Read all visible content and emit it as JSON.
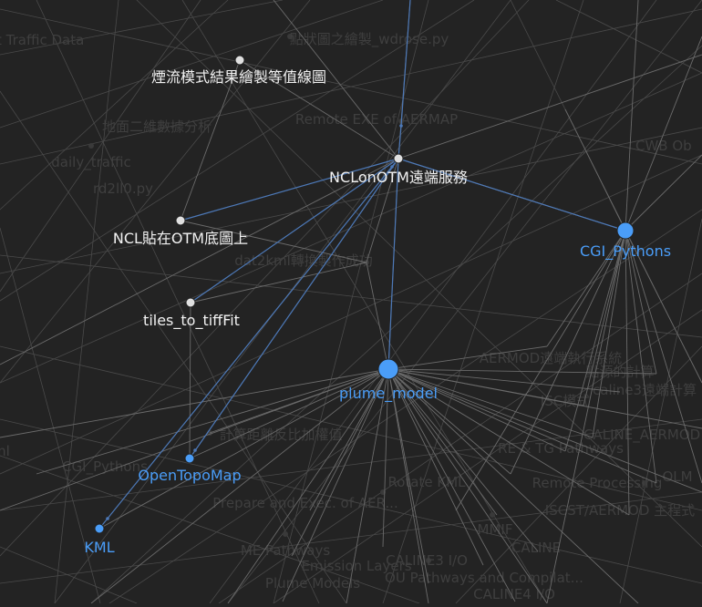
{
  "colors": {
    "background": "#232323",
    "edge": "#5a5a5a",
    "edge_highlight": "#4d79b8",
    "node_white": "#e0e0e0",
    "node_blue": "#4a9df8",
    "label_white": "#f2f2f2",
    "label_blue": "#4a9df8",
    "label_faded": "#3f3f3f",
    "node_faded": "#3a3a3a"
  },
  "nodes": [
    {
      "id": "n_contour",
      "label": "煙流模式結果繪製等值線圖",
      "style": "white"
    },
    {
      "id": "n_nclotm",
      "label": "NCLonOTM遠端服務",
      "style": "white"
    },
    {
      "id": "n_nclpaste",
      "label": "NCL貼在OTM底圖上",
      "style": "white"
    },
    {
      "id": "n_tiles",
      "label": "tiles_to_tiffFit",
      "style": "white"
    },
    {
      "id": "n_cgi",
      "label": "CGI_Pythons",
      "style": "blue"
    },
    {
      "id": "n_plume",
      "label": "plume_model",
      "style": "blue"
    },
    {
      "id": "n_otm",
      "label": "OpenTopoMap",
      "style": "blue"
    },
    {
      "id": "n_kml",
      "label": "KML",
      "style": "blue"
    }
  ],
  "faded_labels": [
    {
      "id": "f1",
      "label": "t Traffic Data"
    },
    {
      "id": "f2",
      "label": "點狀圖之繪製_wdrose.py"
    },
    {
      "id": "f3",
      "label": "地面二維數據分析"
    },
    {
      "id": "f4",
      "label": "Remote EXE of AERMAP"
    },
    {
      "id": "f5",
      "label": "daily_traffic"
    },
    {
      "id": "f6",
      "label": "rd2ll0.py"
    },
    {
      "id": "f7",
      "label": "CWB Ob"
    },
    {
      "id": "f8",
      "label": "dat2kml轉換製作成功"
    },
    {
      "id": "f9",
      "label": "AERMOD遠端執行系統"
    },
    {
      "id": "f10",
      "label": "點源的計算"
    },
    {
      "id": "f11",
      "label": "caline3遠端計算"
    },
    {
      "id": "f12",
      "label": "ISC模式"
    },
    {
      "id": "f13",
      "label": "計算距離反比加權值"
    },
    {
      "id": "f14",
      "label": "CALINE_AERMOD"
    },
    {
      "id": "f15",
      "label": "RE & TG Pathways"
    },
    {
      "id": "f16",
      "label": "CGI_Pythons"
    },
    {
      "id": "f17",
      "label": "Rotate KML"
    },
    {
      "id": "f18",
      "label": "Remote Processing"
    },
    {
      "id": "f19",
      "label": "OLM"
    },
    {
      "id": "f20",
      "label": "Prepare and Exec. of AER..."
    },
    {
      "id": "f21",
      "label": "ISCST/AERMOD 主程式"
    },
    {
      "id": "f22",
      "label": "MMIF"
    },
    {
      "id": "f23",
      "label": "CALINE"
    },
    {
      "id": "f24",
      "label": "ME Pathways"
    },
    {
      "id": "f25",
      "label": "CALINE3 I/O"
    },
    {
      "id": "f26",
      "label": "Emission Layers"
    },
    {
      "id": "f27",
      "label": "OU Pathways and Compilat..."
    },
    {
      "id": "f28",
      "label": "Plume Models"
    },
    {
      "id": "f29",
      "label": "CALINE4 I/O"
    },
    {
      "id": "f30",
      "label": "ml"
    }
  ]
}
